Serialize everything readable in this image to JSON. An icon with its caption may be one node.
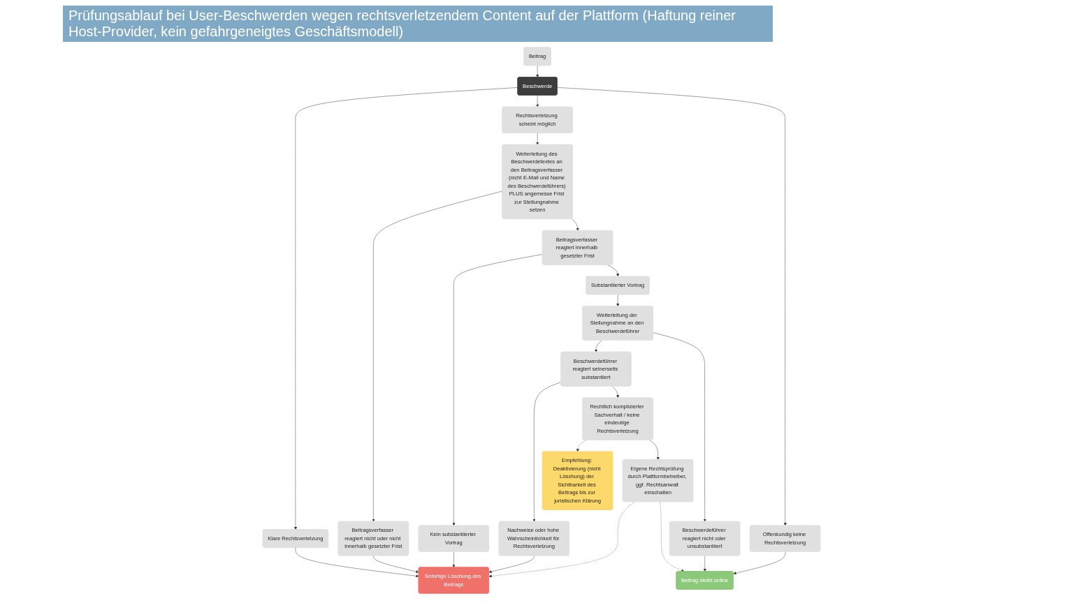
{
  "diagram": {
    "title": "Prüfungsablauf bei User-Beschwerden wegen rechtsverletzendem Content auf der Plattform (Haftung reiner Host-Provider, kein gefahrgeneigtes Geschäftsmodell)",
    "nodes": [
      {
        "text": [
          "Beitrag"
        ]
      },
      {
        "text": [
          "Beschwerde"
        ]
      },
      {
        "text": [
          "Klare Rechtsverletzung"
        ]
      },
      {
        "text": [
          "Rechtsverletzung scheint möglich"
        ]
      },
      {
        "text": [
          "Offenkundig keine Rechtsverletzung"
        ]
      },
      {
        "text": [
          "Sofortige Löschung des Beitrags"
        ]
      },
      {
        "text": [
          "Beitragsverfasser reagiert nicht oder nicht innerhalb gesetzter Frist"
        ]
      },
      {
        "text": [
          "Weiterleitung des Beschwerdetextes an den Beitragsverfasser (nicht E-Mail und Name des Beschwerdeführers) PLUS angemesse Frist zur Stellungnahme setzen"
        ]
      },
      {
        "text": [
          "Kein substantiierter Vortrag"
        ]
      },
      {
        "text": [
          "Beitragsverfasser reagiert innerhalb gesetzter Frist"
        ]
      },
      {
        "text": [
          "Substantiierter Vortrag"
        ]
      },
      {
        "text": [
          "Nachweise oder hohe Wahrscheinlichkeit für Rechtsverletzung"
        ]
      },
      {
        "text": [
          "Beschwerdeführer reagiert seinerseits substantiiert"
        ]
      },
      {
        "text": [
          "Weiterleitung der Stellungnahme an den Beschwerdeführer"
        ]
      },
      {
        "text": [
          "Beschwerdeführer reagiert nicht oder unsubstantiiert"
        ]
      },
      {
        "text": [
          "Beitrag bleibt online"
        ]
      },
      {
        "text": [
          "Rechtlich komplizierter Sachverhalt / keine eindeutige Rechtsverletzung"
        ]
      },
      {
        "text": [
          "Empfehlung: Deaktivierung (nicht Löschung) der Sichtbarkeit des Beitrags bis zur juristischen Klärung"
        ]
      },
      {
        "text": [
          "Eigene Rechtsprüfung durch Plattformbetreiber, ggf. Rechtsanwalt einschalten"
        ]
      }
    ],
    "edges": [
      {
        "from": 0,
        "to": 1,
        "arrow": "to"
      },
      {
        "from": 1,
        "to": 2,
        "arrow": "to"
      },
      {
        "from": 1,
        "to": 3,
        "arrow": "to"
      },
      {
        "from": 1,
        "to": 4,
        "arrow": "to"
      },
      {
        "from": 2,
        "to": 5,
        "arrow": "to"
      },
      {
        "from": 3,
        "to": 7,
        "arrow": "to"
      },
      {
        "from": 7,
        "to": 6,
        "arrow": "to"
      },
      {
        "from": 6,
        "to": 5,
        "arrow": "to"
      },
      {
        "from": 7,
        "to": 9,
        "arrow": "to"
      },
      {
        "from": 9,
        "to": 8,
        "arrow": "to"
      },
      {
        "from": 8,
        "to": 5,
        "arrow": "to"
      },
      {
        "from": 9,
        "to": 10,
        "arrow": "to"
      },
      {
        "from": 10,
        "to": 13,
        "arrow": "to"
      },
      {
        "from": 13,
        "to": 12,
        "arrow": "to"
      },
      {
        "from": 13,
        "to": 14,
        "arrow": "to"
      },
      {
        "from": 14,
        "to": 15,
        "arrow": "to"
      },
      {
        "from": 4,
        "to": 15,
        "arrow": "to"
      },
      {
        "from": 12,
        "to": 11,
        "arrow": "to"
      },
      {
        "from": 11,
        "to": 5,
        "arrow": "to"
      },
      {
        "from": 12,
        "to": 16,
        "arrow": "to"
      },
      {
        "from": 16,
        "to": 17,
        "arrow": "to",
        "style": "dashed"
      },
      {
        "from": 16,
        "to": 18,
        "arrow": "to"
      },
      {
        "from": 18,
        "to": 5,
        "arrow": "to",
        "style": "dashed"
      },
      {
        "from": 18,
        "to": 15,
        "arrow": "to",
        "style": "dashed"
      }
    ]
  }
}
